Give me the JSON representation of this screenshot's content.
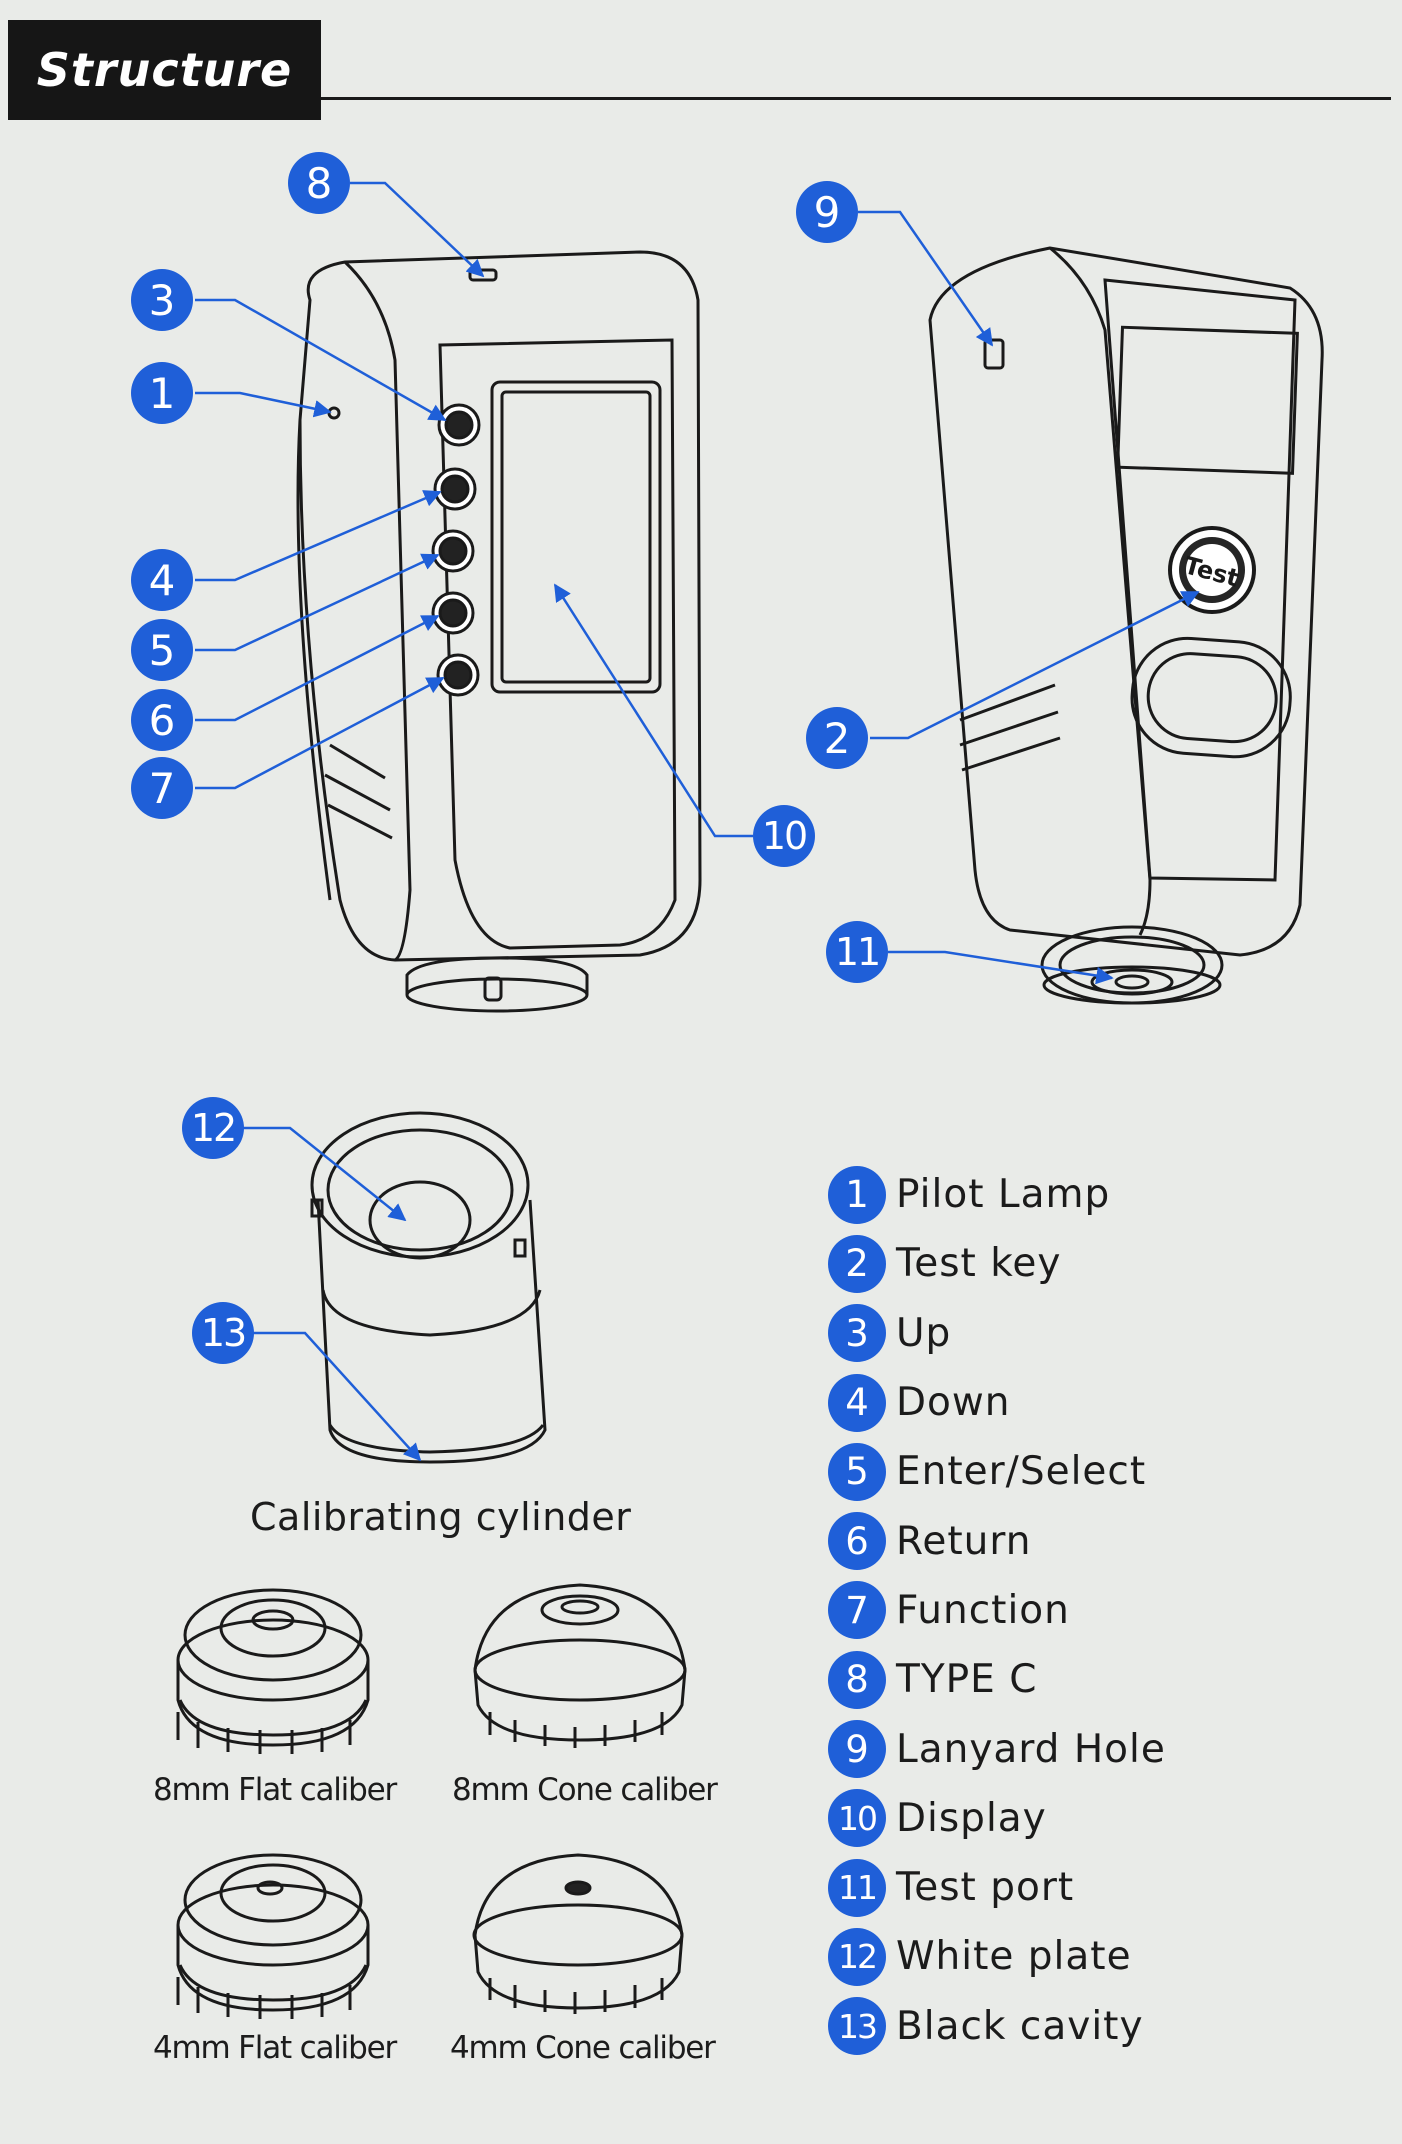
{
  "header": {
    "title": "Structure"
  },
  "callouts": [
    "1",
    "2",
    "3",
    "4",
    "5",
    "6",
    "7",
    "8",
    "9",
    "10",
    "11",
    "12",
    "13"
  ],
  "captions": {
    "cylinder": "Calibrating cylinder",
    "flat8": "8mm Flat caliber",
    "cone8": "8mm Cone caliber",
    "flat4": "4mm Flat caliber",
    "cone4": "4mm Cone caliber"
  },
  "device": {
    "test_key_label": "Test"
  },
  "legend": [
    {
      "num": "1",
      "label": "Pilot Lamp"
    },
    {
      "num": "2",
      "label": "Test key"
    },
    {
      "num": "3",
      "label": "Up"
    },
    {
      "num": "4",
      "label": "Down"
    },
    {
      "num": "5",
      "label": "Enter/Select"
    },
    {
      "num": "6",
      "label": "Return"
    },
    {
      "num": "7",
      "label": "Function"
    },
    {
      "num": "8",
      "label": "TYPE C"
    },
    {
      "num": "9",
      "label": "Lanyard Hole"
    },
    {
      "num": "10",
      "label": "Display"
    },
    {
      "num": "11",
      "label": "Test port"
    },
    {
      "num": "12",
      "label": "White plate"
    },
    {
      "num": "13",
      "label": "Black cavity"
    }
  ],
  "colors": {
    "accent": "#1f5fd8",
    "header_bg": "#161616",
    "paper": "#e9ebe8"
  }
}
